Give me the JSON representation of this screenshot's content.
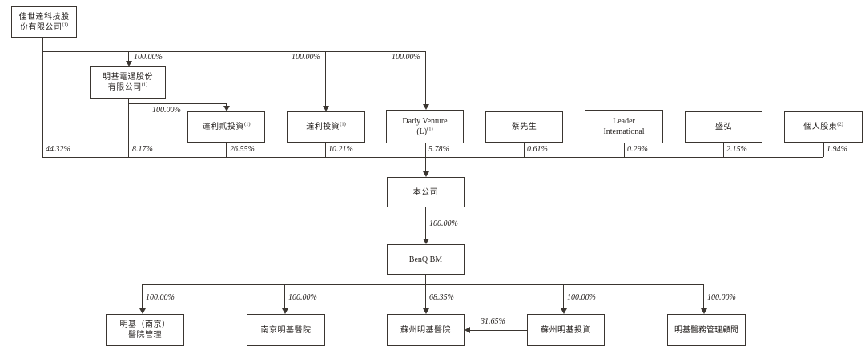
{
  "diagram_type": "shareholding-structure",
  "colors": {
    "line": "#3a3530",
    "text": "#201c1a",
    "box_bg": "#ffffff"
  },
  "nodes": {
    "qisda": {
      "line1": "佳世達科技股",
      "line2": "份有限公司",
      "sup": "(1)"
    },
    "benq_corp": {
      "line1": "明基電通股份",
      "line2": "有限公司",
      "sup": "(1)"
    },
    "daly2": {
      "line1": "達利貳投資",
      "sup": "(1)"
    },
    "daly": {
      "line1": "達利投資",
      "sup": "(1)"
    },
    "darly": {
      "line1": "Darly Venture",
      "line2": "(L)",
      "sup": "(1)"
    },
    "tsai": {
      "line1": "蔡先生"
    },
    "leader": {
      "line1": "Leader",
      "line2": "International"
    },
    "shenghong": {
      "line1": "盛弘"
    },
    "individual": {
      "line1": "個人股東",
      "sup": "(2)"
    },
    "company": {
      "line1": "本公司"
    },
    "benq_bm": {
      "line1": "BenQ BM"
    },
    "nanjing_mgmt": {
      "line1": "明基（南京）",
      "line2": "醫院管理"
    },
    "nanjing_hosp": {
      "line1": "南京明基醫院"
    },
    "suzhou_hosp": {
      "line1": "蘇州明基醫院"
    },
    "suzhou_invest": {
      "line1": "蘇州明基投資"
    },
    "benq_consult": {
      "line1": "明基醫務管理顧問"
    }
  },
  "edges": {
    "qisda_to_benq_corp": "100.00%",
    "qisda_to_daly": "100.00%",
    "qisda_to_darly": "100.00%",
    "benq_corp_to_daly2": "100.00%",
    "stake_qisda": "44.32%",
    "stake_benq_corp": "8.17%",
    "stake_daly2": "26.55%",
    "stake_daly": "10.21%",
    "stake_darly": "5.78%",
    "stake_tsai": "0.61%",
    "stake_leader": "0.29%",
    "stake_shenghong": "2.15%",
    "stake_individual": "1.94%",
    "company_to_benq_bm": "100.00%",
    "benq_bm_to_nanjing_mgmt": "100.00%",
    "benq_bm_to_nanjing_hosp": "100.00%",
    "benq_bm_to_suzhou_hosp": "68.35%",
    "benq_bm_to_suzhou_invest": "100.00%",
    "benq_bm_to_benq_consult": "100.00%",
    "suzhou_invest_to_suzhou_hosp": "31.65%"
  }
}
